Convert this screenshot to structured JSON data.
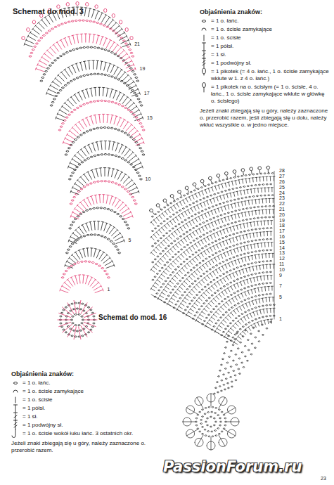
{
  "diagram": {
    "labels": [
      "Schemat do mod. 3",
      "Objaśnienia znaków:",
      "Jeżeli znaki zbiegają się u góry, należy zaznaczone o. przerobić razem, jeśli zbiegają się u dołu, należy wkłuć wszystkie o. w jedno miejsce.",
      "Schemat do mod. 16",
      "Objaśnienia znaków:",
      "Jeżeli znaki zbiegają się u góry, należy zaznaczone o. przerobić razem.",
      "PassionForum.ru",
      "23",
      "1",
      "5",
      "10",
      "15",
      "17",
      "19",
      "21",
      "1",
      "5",
      "7",
      "9",
      "10",
      "11",
      "12",
      "13",
      "14",
      "15",
      "16",
      "17",
      "18",
      "19",
      "20",
      "21",
      "22",
      "23",
      "24",
      "25",
      "26",
      "27",
      "28"
    ],
    "legend": [
      {
        "text": "= 1 o. łańc."
      },
      {
        "text": "= 1 o. ścisłe zamykające"
      },
      {
        "text": "= 1 o. ścisłe"
      },
      {
        "text": "= 1 półsł."
      },
      {
        "text": "= 1 sł."
      },
      {
        "text": "= 1 podwójny sł."
      },
      {
        "text": "= 1 pikotek (= 4 o. łańc., 1 o. ścisłe zamykające wkłute w 1. z 4 o. łańc.)"
      },
      {
        "text": "= 1 pikotek na o. ścisłym (= 1 o. ścisłe, 4 o. łańc., 1 o. ścisłe zamykające wkłute w główkę o. ścisłego)"
      },
      {
        "text": "= 1 o. łańc."
      },
      {
        "text": "= 1 o. ścisłe zamykające"
      },
      {
        "text": "= 1 o. ścisłe"
      },
      {
        "text": "= 1 półsł."
      },
      {
        "text": "= 1 sł."
      },
      {
        "text": "= 1 podwójny sł."
      },
      {
        "text": "= 1 o. ścisłe wokół łuku łańc. 3 ostatnich okr."
      }
    ]
  }
}
